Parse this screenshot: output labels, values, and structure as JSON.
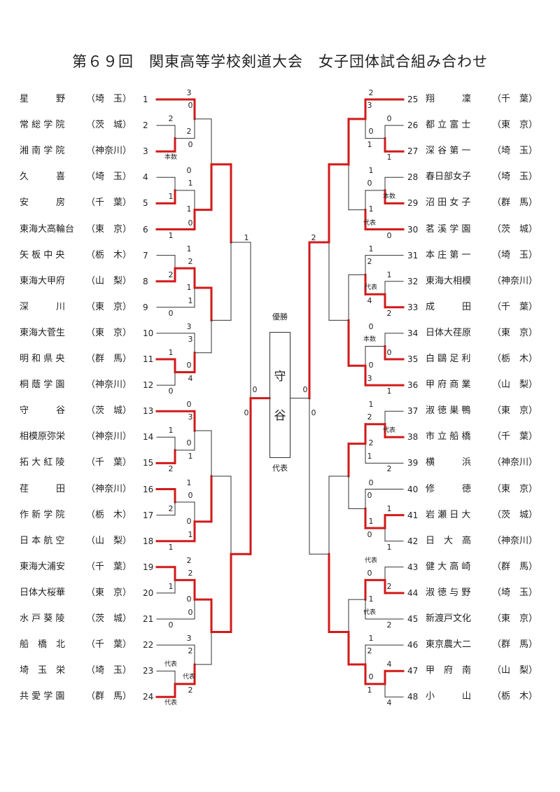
{
  "title": "第６９回　関東高等学校剣道大会　女子団体試合組み合わせ",
  "champion_label": "優勝",
  "champion": "守谷",
  "champion_note": "代表",
  "center_scores": {
    "left": "0",
    "right": "0"
  },
  "left_teams": [
    {
      "seed": "1",
      "name": "星　　　野",
      "pref": "埼　玉"
    },
    {
      "seed": "2",
      "name": "常 総 学 院",
      "pref": "茨　城"
    },
    {
      "seed": "3",
      "name": "湘 南 学 院",
      "pref": "神奈川"
    },
    {
      "seed": "4",
      "name": "久　　　喜",
      "pref": "埼　玉"
    },
    {
      "seed": "5",
      "name": "安　　　房",
      "pref": "千　葉"
    },
    {
      "seed": "6",
      "name": "東海大高輪台",
      "pref": "東　京"
    },
    {
      "seed": "7",
      "name": "矢 板 中 央",
      "pref": "栃　木"
    },
    {
      "seed": "8",
      "name": "東海大甲府",
      "pref": "山　梨"
    },
    {
      "seed": "9",
      "name": "深　　　川",
      "pref": "東　京"
    },
    {
      "seed": "10",
      "name": "東海大菅生",
      "pref": "東　京"
    },
    {
      "seed": "11",
      "name": "明 和 県 央",
      "pref": "群　馬"
    },
    {
      "seed": "12",
      "name": "桐 蔭 学 園",
      "pref": "神奈川"
    },
    {
      "seed": "13",
      "name": "守　　　谷",
      "pref": "茨　城"
    },
    {
      "seed": "14",
      "name": "相模原弥栄",
      "pref": "神奈川"
    },
    {
      "seed": "15",
      "name": "拓 大 紅 陵",
      "pref": "千　葉"
    },
    {
      "seed": "16",
      "name": "荏　　　田",
      "pref": "神奈川"
    },
    {
      "seed": "17",
      "name": "作 新 学 院",
      "pref": "栃　木"
    },
    {
      "seed": "18",
      "name": "日 本 航 空",
      "pref": "山　梨"
    },
    {
      "seed": "19",
      "name": "東海大浦安",
      "pref": "千　葉"
    },
    {
      "seed": "20",
      "name": "日体大桜華",
      "pref": "東　京"
    },
    {
      "seed": "21",
      "name": "水 戸 葵 陵",
      "pref": "茨　城"
    },
    {
      "seed": "22",
      "name": "船　橋　北",
      "pref": "千　葉"
    },
    {
      "seed": "23",
      "name": "埼　玉　栄",
      "pref": "埼　玉"
    },
    {
      "seed": "24",
      "name": "共 愛 学 園",
      "pref": "群　馬"
    }
  ],
  "right_teams": [
    {
      "seed": "25",
      "name": "翔　　　凜",
      "pref": "千　葉"
    },
    {
      "seed": "26",
      "name": "都 立 富 士",
      "pref": "東　京"
    },
    {
      "seed": "27",
      "name": "深 谷 第 一",
      "pref": "埼　玉"
    },
    {
      "seed": "28",
      "name": "春日部女子",
      "pref": "埼　玉"
    },
    {
      "seed": "29",
      "name": "沼 田 女 子",
      "pref": "群　馬"
    },
    {
      "seed": "30",
      "name": "茗 溪 学 園",
      "pref": "茨　城"
    },
    {
      "seed": "31",
      "name": "本 庄 第 一",
      "pref": "埼　玉"
    },
    {
      "seed": "32",
      "name": "東海大相模",
      "pref": "神奈川"
    },
    {
      "seed": "33",
      "name": "成　　　田",
      "pref": "千　葉"
    },
    {
      "seed": "34",
      "name": "日体大荏原",
      "pref": "東　京"
    },
    {
      "seed": "35",
      "name": "白 鷗 足 利",
      "pref": "栃　木"
    },
    {
      "seed": "36",
      "name": "甲 府 商 業",
      "pref": "山　梨"
    },
    {
      "seed": "37",
      "name": "淑 徳 巣 鴨",
      "pref": "東　京"
    },
    {
      "seed": "38",
      "name": "市 立 船 橋",
      "pref": "千　葉"
    },
    {
      "seed": "39",
      "name": "横　　　浜",
      "pref": "神奈川"
    },
    {
      "seed": "40",
      "name": "修　　　徳",
      "pref": "東　京"
    },
    {
      "seed": "41",
      "name": "岩 瀬 日 大",
      "pref": "茨　城"
    },
    {
      "seed": "42",
      "name": "日　大　高",
      "pref": "神奈川"
    },
    {
      "seed": "43",
      "name": "健 大 高 崎",
      "pref": "群　馬"
    },
    {
      "seed": "44",
      "name": "淑 徳 与 野",
      "pref": "埼　玉"
    },
    {
      "seed": "45",
      "name": "新渡戸文化",
      "pref": "東　京"
    },
    {
      "seed": "46",
      "name": "東京農大二",
      "pref": "群　馬"
    },
    {
      "seed": "47",
      "name": "甲　府　南",
      "pref": "山　梨"
    },
    {
      "seed": "48",
      "name": "小　　　山",
      "pref": "栃　木"
    }
  ],
  "left_groups": [
    {
      "top": {
        "mid": [
          "2",
          "0"
        ]
      },
      "bye_top": "3",
      "bye_bot": "0",
      "qa": "0",
      "qb": "1",
      "note": "本数"
    },
    {
      "top": {
        "mid": [
          "0",
          "1"
        ]
      },
      "bye_top": "0",
      "bye_bot": "",
      "qa": "0",
      "qb": "1",
      "note": ""
    },
    {
      "mid": [
        "1",
        "2"
      ],
      "bye_top": "0",
      "bye_bot": "",
      "qa": "1",
      "qb": "2",
      "note": ""
    },
    {
      "mid": [
        "1",
        "0"
      ],
      "bye_top": "1",
      "bye_bot": "3",
      "qa": "",
      "qb": "",
      "note": ""
    },
    {
      "mid": [
        "1",
        "0"
      ],
      "bye_top": "3",
      "bye_bot": "",
      "qa": "4",
      "qb": "0",
      "note": ""
    },
    {
      "mid": [
        "0",
        "1"
      ],
      "bye_top": "3",
      "bye_bot": "1",
      "qa": "",
      "qb": "",
      "note": ""
    },
    {
      "mid": [
        "1",
        "1"
      ],
      "bye_top": "2",
      "bye_bot": "0",
      "qa": "2",
      "qb": "",
      "note": ""
    },
    {
      "mid": [
        "0",
        "1"
      ],
      "bye_top": "1",
      "bye_bot": "2",
      "qa": "",
      "qb": "",
      "note": ""
    }
  ],
  "left_scores": [
    "3",
    "0",
    "2",
    "2",
    "0",
    "本数",
    "0",
    "1",
    "1",
    "1",
    "0",
    "1",
    "1",
    "2",
    "2",
    "1",
    "1",
    "0",
    "3",
    "3",
    "1",
    "0",
    "4",
    "0",
    "0",
    "3",
    "1",
    "0",
    "1",
    "2",
    "1",
    "0",
    "2",
    "0",
    "1",
    "1",
    "2",
    "2",
    "1",
    "0",
    "0",
    "0",
    "3",
    "2",
    "代表",
    "代表",
    "2",
    "代表",
    "1",
    "0"
  ],
  "right_scores": [
    "2",
    "3",
    "0",
    "0",
    "1",
    "1",
    "1",
    "0",
    "本数",
    "1",
    "代表",
    "0",
    "1",
    "2",
    "1",
    "代表",
    "4",
    "2",
    "0",
    "本数",
    "0",
    "0",
    "3",
    "1",
    "1",
    "2",
    "代表",
    "2",
    "1",
    "2",
    "0",
    "0",
    "1",
    "1",
    "0",
    "1",
    "代表",
    "0",
    "2",
    "1",
    "代表",
    "2",
    "1",
    "2",
    "4",
    "0",
    "1",
    "4",
    "2",
    "0"
  ]
}
